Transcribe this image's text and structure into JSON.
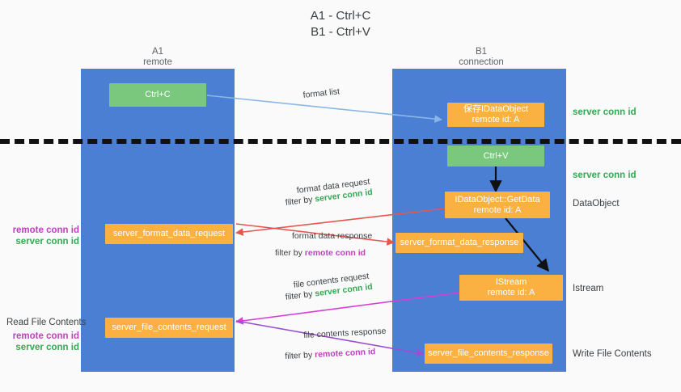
{
  "title": {
    "line1": "A1 - Ctrl+C",
    "line2": "B1 - Ctrl+V"
  },
  "lanes": [
    {
      "name": "A1",
      "role": "remote"
    },
    {
      "name": "B1",
      "role": "connection"
    }
  ],
  "nodes": {
    "ctrl_c": "Ctrl+C",
    "ctrl_v": "Ctrl+V",
    "save_idataobject_l1": "保存IDataObject",
    "save_idataobject_l2": "remote id: A",
    "getdata_l1": "IDataObject::GetData",
    "getdata_l2": "remote id: A",
    "istream_l1": "IStream",
    "istream_l2": "remote id: A",
    "server_format_data_request": "server_format_data_request",
    "server_format_data_response": "server_format_data_response",
    "server_file_contents_request": "server_file_contents_request",
    "server_file_contents_response": "server_file_contents_response"
  },
  "right_labels": {
    "server_conn_id_top": "server conn id",
    "server_conn_id_mid": "server conn id",
    "dataobject": "DataObject",
    "istream": "Istream",
    "write_file_contents": "Write File Contents"
  },
  "left_labels": {
    "remote_conn_id_1": "remote conn id",
    "server_conn_id_1": "server conn id",
    "read_file_contents": "Read File Contents",
    "remote_conn_id_2": "remote conn id",
    "server_conn_id_2": "server conn id"
  },
  "edges": {
    "format_list": "format list",
    "format_data_request": "format data request",
    "format_data_request_filter_prefix": "filter by ",
    "format_data_request_filter_value": "server conn id",
    "format_data_response": "format data response",
    "format_data_response_filter_prefix": "filter by ",
    "format_data_response_filter_value": "remote conn id",
    "file_contents_request": "file contents request",
    "file_contents_request_filter_prefix": "filter by ",
    "file_contents_request_filter_value": "server conn id",
    "file_contents_response": "file contents response",
    "file_contents_response_filter_prefix": "filter by ",
    "file_contents_response_filter_value": "remote conn id"
  },
  "colors": {
    "lane": "#4a7fd4",
    "green_node": "#79c87e",
    "orange_node": "#fbb042",
    "server_conn_id": "#34a853",
    "remote_conn_id": "#c23fc2",
    "arrow_blue": "#8ab8e6",
    "arrow_red": "#e8554f",
    "arrow_magenta": "#d63fd6",
    "arrow_purple": "#9b4fd0",
    "arrow_black": "#111111",
    "divider": "#111111"
  }
}
